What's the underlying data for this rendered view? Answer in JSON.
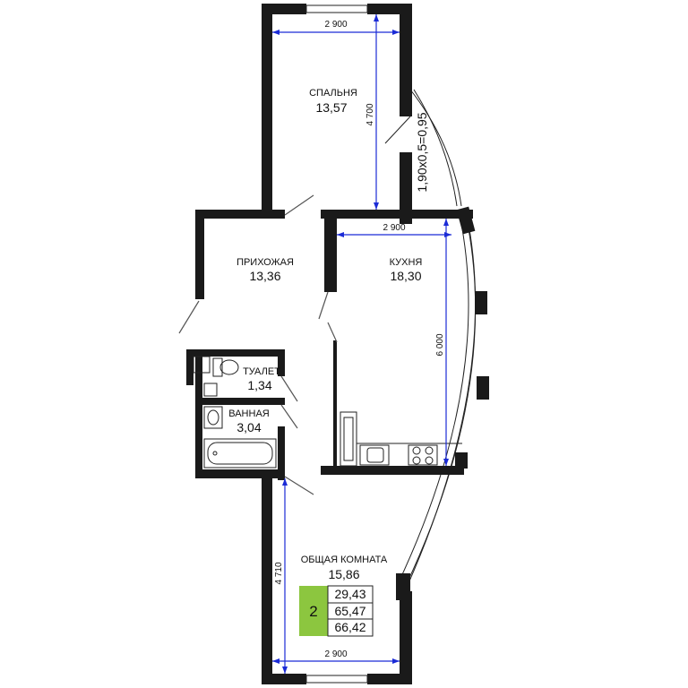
{
  "rooms": {
    "bedroom": {
      "name": "СПАЛЬНЯ",
      "area": "13,57"
    },
    "hall": {
      "name": "ПРИХОЖАЯ",
      "area": "13,36"
    },
    "kitchen": {
      "name": "КУХНЯ",
      "area": "18,30"
    },
    "toilet": {
      "name": "ТУАЛЕТ",
      "area": "1,34"
    },
    "bathroom": {
      "name": "ВАННАЯ",
      "area": "3,04"
    },
    "living": {
      "name": "ОБЩАЯ КОМНАТА",
      "area": "15,86"
    }
  },
  "dimensions": {
    "bedroom_width": "2 900",
    "bedroom_length": "4 700",
    "kitchen_width": "2 900",
    "kitchen_length": "6 000",
    "living_length": "4 710",
    "living_width": "2 900",
    "balcony": "1,90x0,5=0,95"
  },
  "summary": {
    "rooms_count": "2",
    "living_area": "29,43",
    "total_area": "65,47",
    "total_area_with_balcony": "66,42"
  },
  "colors": {
    "walls": "#1a1a1a",
    "dimension_lines": "#1b2bd6",
    "badge": "#8cc63f"
  }
}
